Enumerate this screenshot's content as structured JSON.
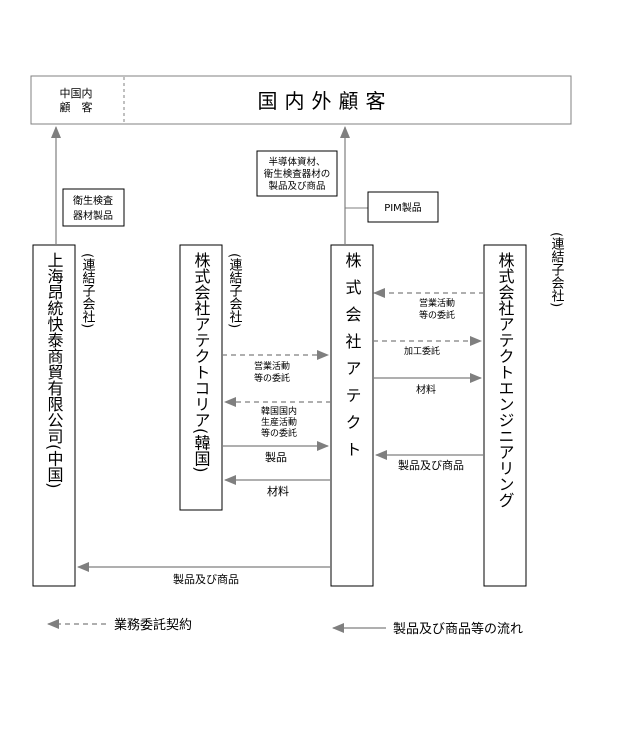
{
  "customers": {
    "domestic_short_line1": "中国内",
    "domestic_short_line2": "顧　客",
    "main": "国内外顧客"
  },
  "entities": {
    "shanghai": {
      "name": "上海昂統快泰商貿有限公司(中国)",
      "tag": "(連結子会社)"
    },
    "korea": {
      "name": "株式会社アテクトコリア(韓国)",
      "tag": "(連結子会社)"
    },
    "atect": {
      "name": "株式会社アテクト"
    },
    "engineering": {
      "name": "株式会社アテクトエンジニアリング",
      "tag": "(連結子会社)"
    }
  },
  "labels": {
    "hygiene_line1": "衛生検査",
    "hygiene_line2": "器材製品",
    "semi_line1": "半導体資材、",
    "semi_line2": "衛生検査器材の",
    "semi_line3": "製品及び商品",
    "pim": "PIM製品",
    "eng_sales_line1": "営業活動",
    "eng_sales_line2": "等の委託",
    "processing": "加工委託",
    "material_eng": "材料",
    "products_from_eng": "製品及び商品",
    "korea_sales_line1": "営業活動",
    "korea_sales_line2": "等の委託",
    "korea_prod_line1": "韓国国内",
    "korea_prod_line2": "生産活動",
    "korea_prod_line3": "等の委託",
    "korea_products": "製品",
    "korea_material": "材料",
    "bottom_flow": "製品及び商品"
  },
  "legend": {
    "dashed": "業務委託契約",
    "solid": "製品及び商品等の流れ"
  },
  "colors": {
    "arrow": "#7f7f7f",
    "border": "#000000",
    "customer_border": "#808080"
  }
}
